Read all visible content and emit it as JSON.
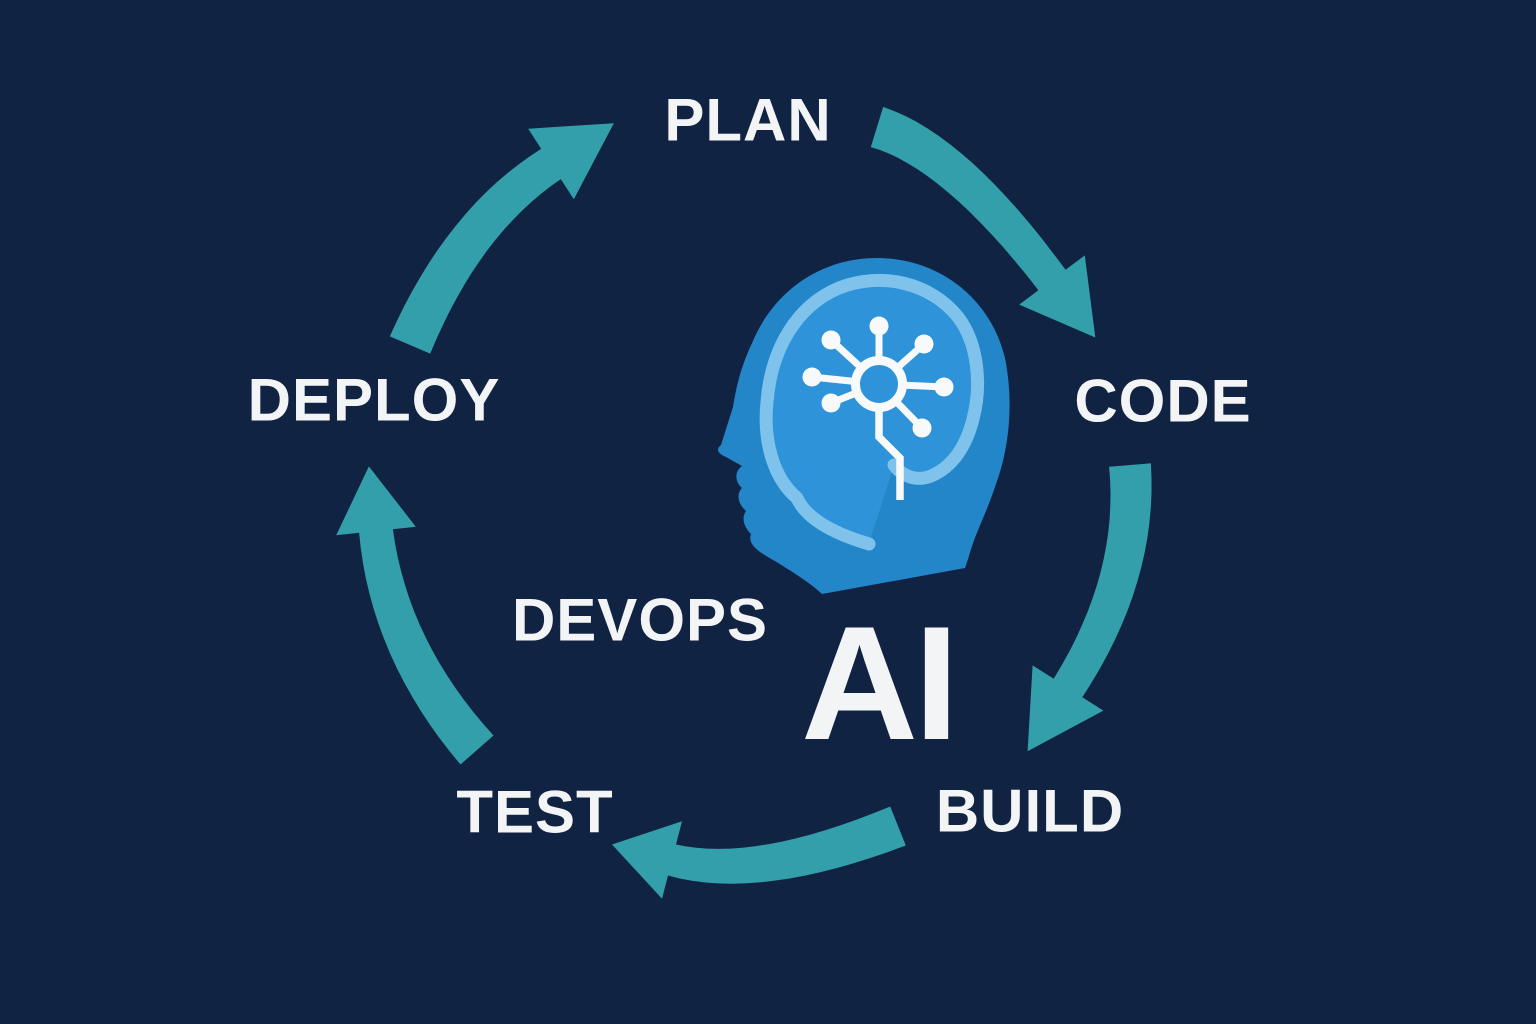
{
  "diagram": {
    "stages": [
      {
        "label": "PLAN"
      },
      {
        "label": "CODE"
      },
      {
        "label": "BUILD"
      },
      {
        "label": "TEST"
      },
      {
        "label": "DEPLOY"
      }
    ],
    "center": {
      "devops_label": "DEVOPS",
      "ai_label": "AI"
    },
    "icons": [
      {
        "name": "head-profile-icon",
        "meaning": "human head silhouette facing left"
      },
      {
        "name": "brain-outline-icon",
        "meaning": "brain region inside head"
      },
      {
        "name": "neural-network-icon",
        "meaning": "white hub with spokes, nodes and circuit stem"
      },
      {
        "name": "cycle-arrow-icon",
        "meaning": "curved clockwise cycle arrows"
      }
    ],
    "colors": {
      "background": "#112342",
      "arrow_teal": "#339fab",
      "head_blue": "#2286c8",
      "brain_fill_blue": "#2e93d8",
      "brain_outline_light": "#7fc2ec",
      "text_white": "#f2f4f6",
      "icon_white": "#f7f9fb"
    }
  }
}
